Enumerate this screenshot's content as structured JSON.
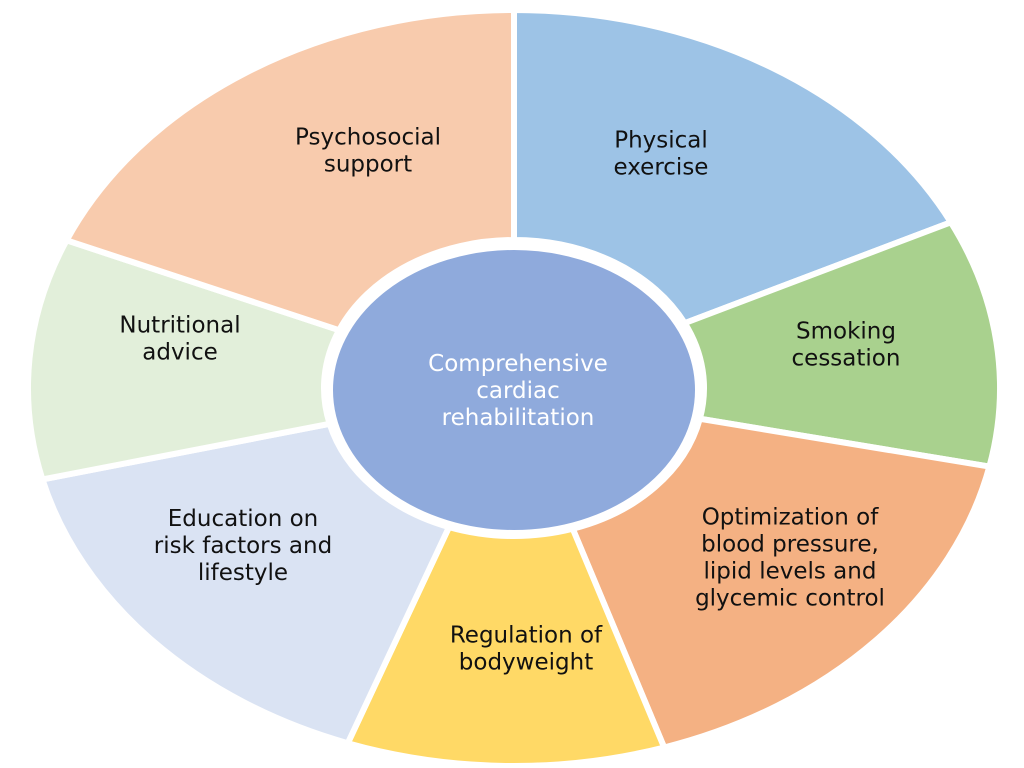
{
  "diagram": {
    "center": {
      "lines": [
        "Comprehensive",
        "cardiac",
        "rehabilitation"
      ],
      "color": "#8faadc"
    },
    "segments": [
      {
        "id": "physical-exercise",
        "lines": [
          "Physical",
          "exercise"
        ],
        "color": "#9dc3e6"
      },
      {
        "id": "smoking-cessation",
        "lines": [
          "Smoking",
          "cessation"
        ],
        "color": "#a9d18e"
      },
      {
        "id": "optimization",
        "lines": [
          "Optimization of",
          "blood pressure,",
          "lipid levels and",
          "glycemic control"
        ],
        "color": "#f4b183"
      },
      {
        "id": "regulation-bodyweight",
        "lines": [
          "Regulation of",
          "bodyweight"
        ],
        "color": "#ffd966"
      },
      {
        "id": "education",
        "lines": [
          "Education on",
          "risk factors and",
          "lifestyle"
        ],
        "color": "#dae3f3"
      },
      {
        "id": "nutritional-advice",
        "lines": [
          "Nutritional",
          "advice"
        ],
        "color": "#e2efda"
      },
      {
        "id": "psychosocial-support",
        "lines": [
          "Psychosocial",
          "support"
        ],
        "color": "#f8cbad"
      }
    ]
  }
}
